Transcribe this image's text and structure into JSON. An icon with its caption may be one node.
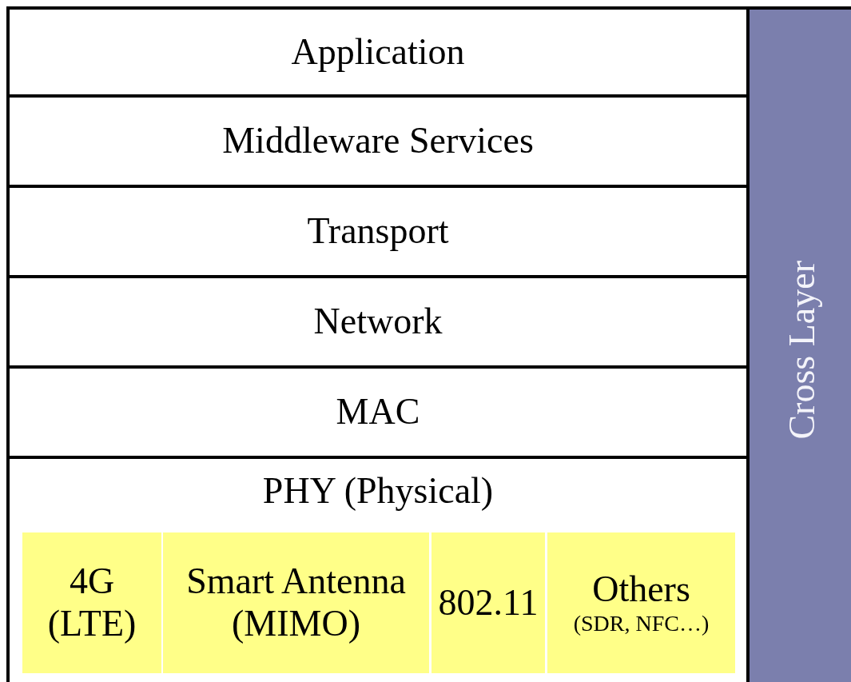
{
  "diagram": {
    "nodes": [
      {
        "text": [
          "Application"
        ]
      },
      {
        "text": [
          "Middleware Services"
        ]
      },
      {
        "text": [
          "Transport"
        ]
      },
      {
        "text": [
          "Network"
        ]
      },
      {
        "text": [
          "MAC"
        ]
      },
      {
        "text": [
          "PHY (Physical)"
        ]
      },
      {
        "text": [
          "4G (LTE)"
        ],
        "in": 5
      },
      {
        "text": [
          "Smart Antenna (MIMO)"
        ],
        "in": 5
      },
      {
        "text": [
          "802.11"
        ],
        "in": 5
      },
      {
        "text": [
          "Others",
          "(SDR, NFC…)"
        ],
        "in": 5
      },
      {
        "text": [
          "Cross Layer"
        ]
      }
    ]
  }
}
